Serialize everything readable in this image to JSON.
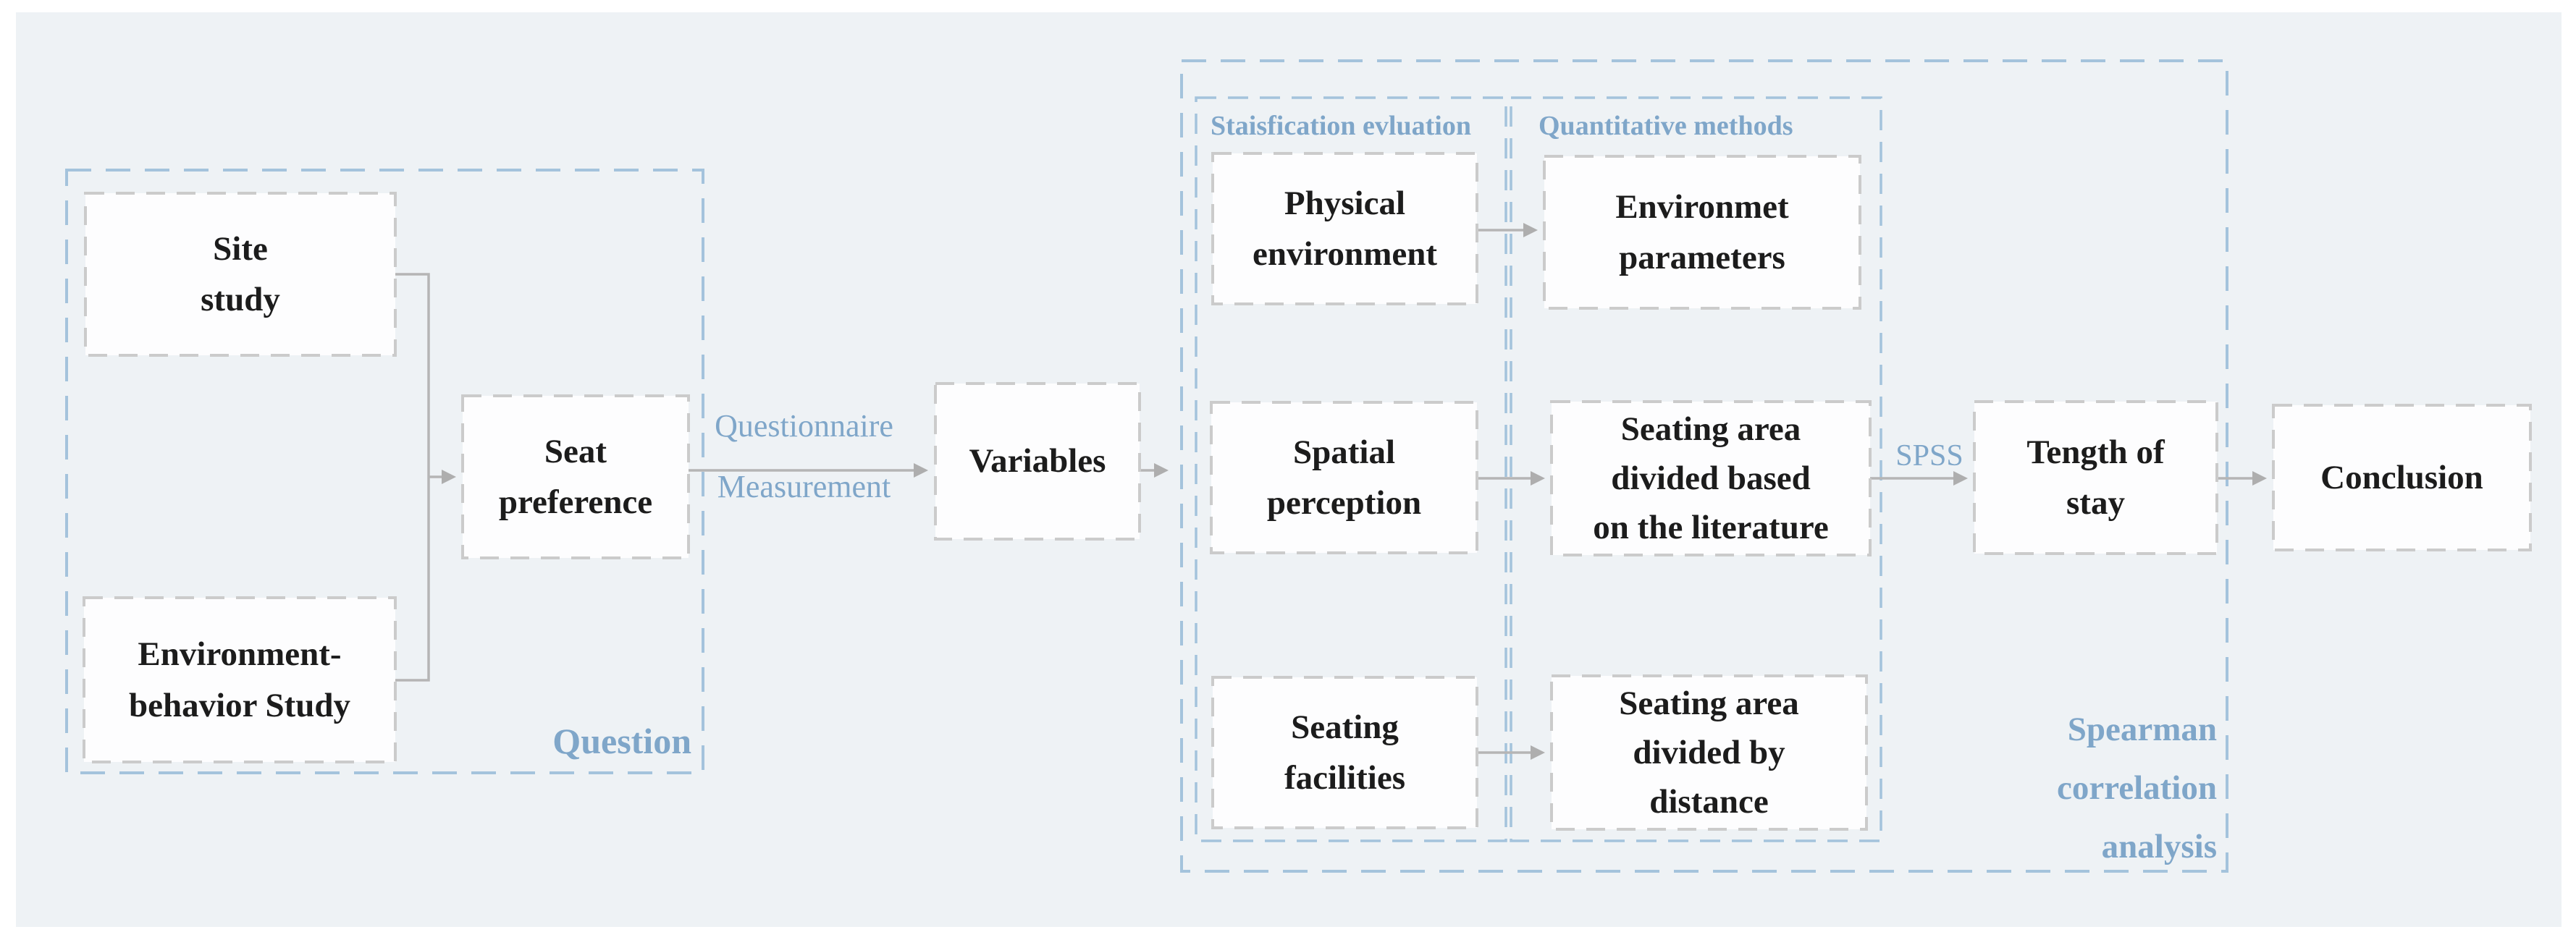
{
  "colors": {
    "page_bg": "#ffffff",
    "panel_bg": "#eef2f5",
    "container_dash_blue": "#a4c3dc",
    "box_dash_gray": "#cbcbcb",
    "box_bg": "#fdfdfe",
    "arrow_gray": "#aeaeae",
    "node_text": "#1c1c1c",
    "accent_text": "#7fa6c9"
  },
  "nodes": {
    "site_study": {
      "lines": [
        "Site",
        "study"
      ]
    },
    "environment_behavior": {
      "lines": [
        "Environment-",
        "behavior Study"
      ]
    },
    "seat_preference": {
      "lines": [
        "Seat",
        "preference"
      ]
    },
    "variables": {
      "lines": [
        "Variables"
      ]
    },
    "physical_environment": {
      "lines": [
        "Physical",
        "environment"
      ]
    },
    "environment_parameters": {
      "lines": [
        "Environmet",
        "parameters"
      ]
    },
    "spatial_perception": {
      "lines": [
        "Spatial",
        "perception"
      ]
    },
    "seating_area_literature": {
      "lines": [
        "Seating area",
        "divided based",
        "on the literature"
      ]
    },
    "seating_facilities": {
      "lines": [
        "Seating",
        "facilities"
      ]
    },
    "seating_area_distance": {
      "lines": [
        "Seating area",
        "divided by",
        "distance"
      ]
    },
    "tength_of_stay": {
      "lines": [
        "Tength of",
        "stay"
      ]
    },
    "conclusion": {
      "lines": [
        "Conclusion"
      ]
    }
  },
  "group_labels": {
    "question": "Question",
    "satisfaction_evaluation": "Staisfication evluation",
    "quantitative_methods": "Quantitative methods",
    "spearman": {
      "lines": [
        "Spearman",
        "correlation",
        "analysis"
      ]
    }
  },
  "edge_labels": {
    "questionnaire_measurement": {
      "lines": [
        "Questionnaire",
        "Measurement"
      ]
    },
    "spss": "SPSS"
  }
}
